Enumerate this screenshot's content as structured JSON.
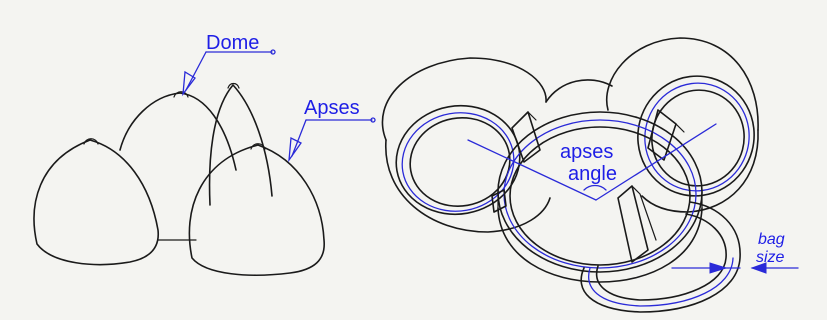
{
  "labels": {
    "dome": "Dome",
    "apses": "Apses",
    "apses_angle_line1": "apses",
    "apses_angle_line2": "angle",
    "bag_size_line1": "bag",
    "bag_size_line2": "size"
  },
  "colors": {
    "ink": "#1a1a1a",
    "annotation": "#1e1ee6",
    "background": "#f4f4f1"
  }
}
